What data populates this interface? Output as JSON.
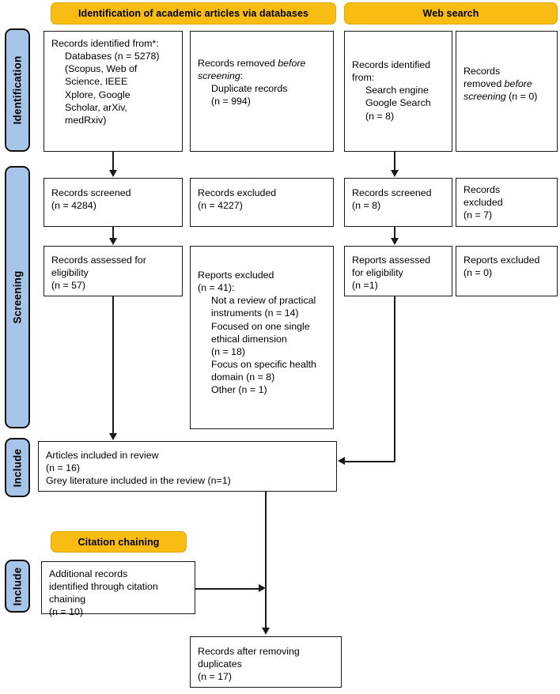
{
  "diagram": {
    "title": "PRISMA flow diagram",
    "colors": {
      "header_fill": "#F9BC13",
      "rail_fill": "#A7C5E8",
      "box_border": "#1a1a1a",
      "box_fill": "#FFFFFF"
    }
  },
  "rails": [
    {
      "label": "Identification"
    },
    {
      "label": "Screening"
    },
    {
      "label": "Include"
    },
    {
      "label": "Include"
    }
  ],
  "headers": [
    {
      "label": "Identification of academic articles via databases"
    },
    {
      "label": "Web search"
    },
    {
      "label": "Citation chaining"
    }
  ],
  "boxes": {
    "db_identified": {
      "line1": "Records identified from*:",
      "line2": "Databases (n = 5278)",
      "line3": "(Scopus, Web of",
      "line4": "Science, IEEE",
      "line5": "Xplore, Google",
      "line6": "Scholar, arXiv,",
      "line7": "medRxiv)"
    },
    "db_removed": {
      "line1a": "Records removed ",
      "line1b": "before",
      "line2a": "screening",
      "line2b": ":",
      "line3": "Duplicate records",
      "line4": "(n = 994)"
    },
    "web_identified": {
      "line1": "Records identified",
      "line2": "from:",
      "line3": "Search engine",
      "line4": "Google Search",
      "line5": "(n = 8)"
    },
    "web_removed": {
      "line1": "Records",
      "line2a": "removed ",
      "line2b": "before",
      "line3a": "screening",
      "line3b": " (n = 0)"
    },
    "db_screened": {
      "line1": "Records screened",
      "line2": "(n = 4284)"
    },
    "db_excluded": {
      "line1": "Records excluded",
      "line2": "(n = 4227)"
    },
    "web_screened": {
      "line1": "Records screened",
      "line2": "(n = 8)"
    },
    "web_excluded": {
      "line1": "Records",
      "line2": "excluded",
      "line3": "(n = 7)"
    },
    "db_eligibility": {
      "line1": "Records assessed for",
      "line2": "eligibility",
      "line3": "(n = 57)"
    },
    "db_reports_excluded": {
      "line1": "Reports excluded",
      "line2": "(n = 41):",
      "line3": "Not a review of practical",
      "line4": "instruments (n = 14)",
      "line5": "Focused on one single",
      "line6": "ethical dimension",
      "line7": "(n = 18)",
      "line8": "Focus on specific health",
      "line9": "domain (n = 8)",
      "line10": "Other (n = 1)"
    },
    "web_eligibility": {
      "line1": "Reports assessed",
      "line2": "for eligibility",
      "line3": "(n =1)"
    },
    "web_reports_excluded": {
      "line1": "Reports excluded",
      "line2": "(n = 0)"
    },
    "included": {
      "line1": "Articles included in review",
      "line2": "(n = 16)",
      "line3": "Grey literature included in the review (n=1)"
    },
    "citation_records": {
      "line1": "Additional records",
      "line2": "identified through citation",
      "line3": "chaining",
      "line4": "(n = 10)"
    },
    "after_duplicates": {
      "line1": "Records after removing",
      "line2": "duplicates",
      "line3": "(n = 17)"
    }
  }
}
